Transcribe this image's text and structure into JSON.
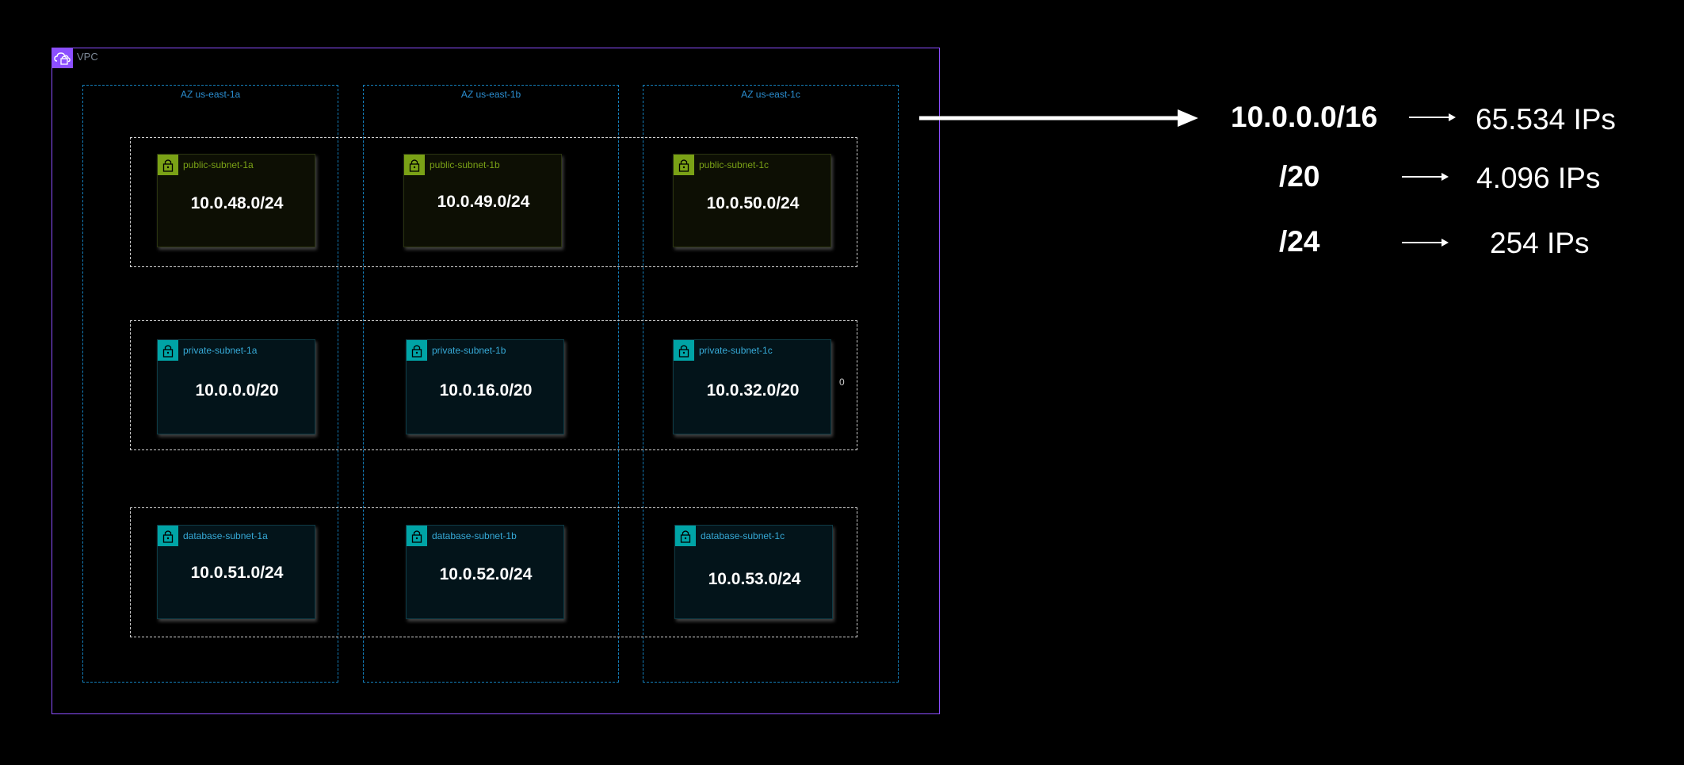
{
  "vpc": {
    "label": "VPC"
  },
  "azs": [
    {
      "label": "AZ us-east-1a"
    },
    {
      "label": "AZ us-east-1b"
    },
    {
      "label": "AZ us-east-1c"
    }
  ],
  "subnets": {
    "public": [
      {
        "name": "public-subnet-1a",
        "cidr": "10.0.48.0/24"
      },
      {
        "name": "public-subnet-1b",
        "cidr": "10.0.49.0/24"
      },
      {
        "name": "public-subnet-1c",
        "cidr": "10.0.50.0/24"
      }
    ],
    "private": [
      {
        "name": "private-subnet-1a",
        "cidr": "10.0.0.0/20"
      },
      {
        "name": "private-subnet-1b",
        "cidr": "10.0.16.0/20"
      },
      {
        "name": "private-subnet-1c",
        "cidr": "10.0.32.0/20"
      }
    ],
    "database": [
      {
        "name": "database-subnet-1a",
        "cidr": "10.0.51.0/24"
      },
      {
        "name": "database-subnet-1b",
        "cidr": "10.0.52.0/24"
      },
      {
        "name": "database-subnet-1c",
        "cidr": "10.0.53.0/24"
      }
    ]
  },
  "stray_text": "0",
  "legend": [
    {
      "prefix": "10.0.0.0/16",
      "ips": "65.534 IPs"
    },
    {
      "prefix": "/20",
      "ips": "4.096 IPs"
    },
    {
      "prefix": "/24",
      "ips": "254 IPs"
    }
  ],
  "colors": {
    "vpc_border": "#8c4fff",
    "az_border": "#147eba",
    "public_accent": "#7aa116",
    "private_accent": "#00a4a6",
    "background": "#000000"
  },
  "icons": {
    "vpc": "vpc-cloud-lock-icon",
    "subnet": "padlock-icon",
    "arrow": "right-arrow-icon"
  }
}
